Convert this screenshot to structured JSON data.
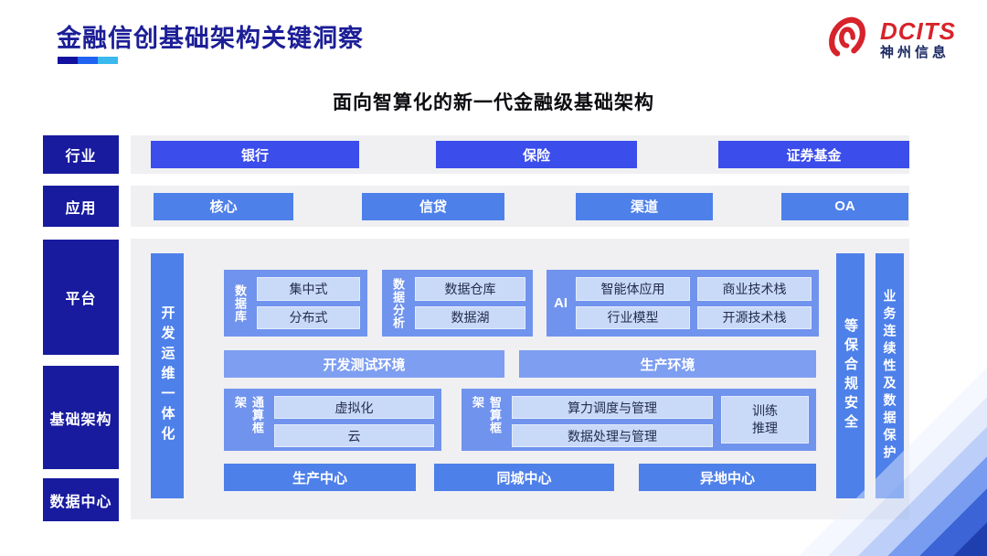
{
  "colors": {
    "navy": "#181b9e",
    "title_navy": "#1c1e97",
    "industry_button_blue": "#3b4deb",
    "medium_blue": "#4e80ea",
    "group_blue": "#7093ee",
    "env_bar_blue": "#7d9ef1",
    "chip_light_blue": "#c9d9f8",
    "panel_gray": "#f0f0f2",
    "logo_red": "#d7232b",
    "underline": [
      "#12129e",
      "#1f63f0",
      "#3bb9ee"
    ]
  },
  "header": {
    "title": "金融信创基础架构关键洞察",
    "logo_brand": "DCITS",
    "logo_company": "神州信息"
  },
  "subtitle": "面向智算化的新一代金融级基础架构",
  "sidebar": {
    "rows": [
      "行业",
      "应用",
      "平台",
      "基础架构",
      "数据中心"
    ]
  },
  "industry_row": [
    "银行",
    "保险",
    "证券基金"
  ],
  "application_row": [
    "核心",
    "信贷",
    "渠道",
    "OA"
  ],
  "panel": {
    "devops_bar": "开发运维一体化",
    "security_bar": "等保合规安全",
    "continuity_bar": "业务连续性及数据保护",
    "database_group": {
      "label": "数据库",
      "items": [
        "集中式",
        "分布式"
      ]
    },
    "analytics_group": {
      "label": "数据分析",
      "items": [
        "数据仓库",
        "数据湖"
      ]
    },
    "ai_group": {
      "label": "AI",
      "items": [
        "智能体应用",
        "商业技术栈",
        "行业模型",
        "开源技术栈"
      ]
    },
    "dev_env": "开发测试环境",
    "prod_env": "生产环境",
    "general_compute_group": {
      "label": "通算框架",
      "items": [
        "虚拟化",
        "云"
      ]
    },
    "ai_compute_group": {
      "label": "智算框架",
      "items": [
        "算力调度与管理",
        "数据处理与管理"
      ],
      "side_item": "训练\n推理"
    },
    "centers": [
      "生产中心",
      "同城中心",
      "异地中心"
    ]
  }
}
